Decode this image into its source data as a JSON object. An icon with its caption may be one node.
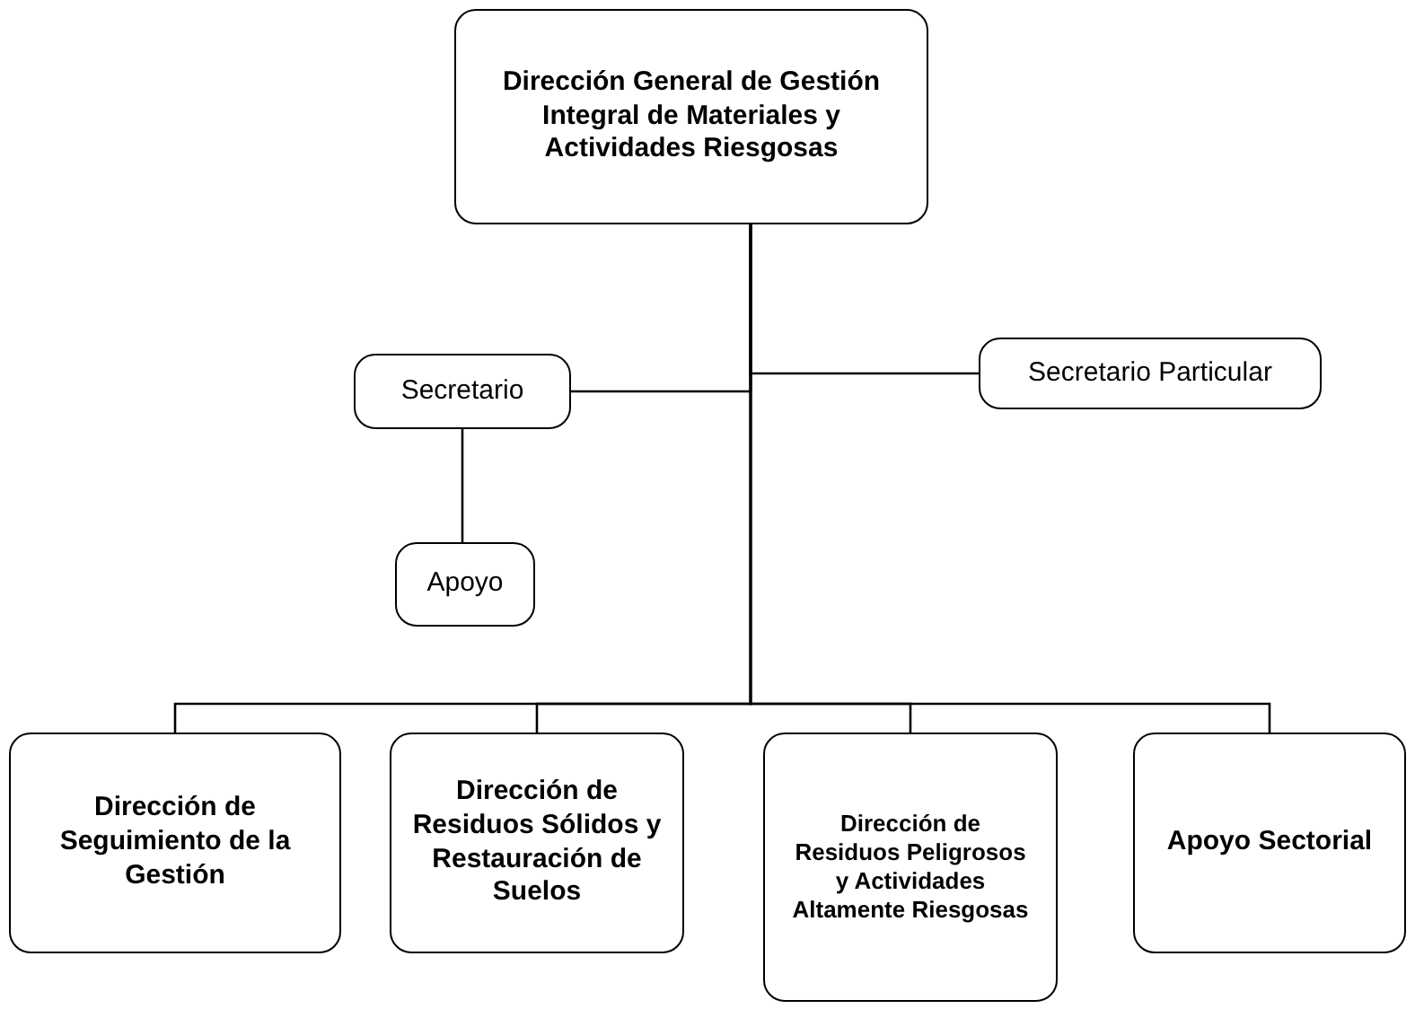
{
  "diagram": {
    "nodes": [
      {
        "text": [
          "Dirección General de Gestión Integral de Materiales y Actividades Riesgosas"
        ]
      },
      {
        "text": [
          "Secretario Particular"
        ]
      },
      {
        "text": [
          "Secretario"
        ]
      },
      {
        "text": [
          "Apoyo"
        ]
      },
      {
        "text": [
          "Dirección de Seguimiento de la Gestión"
        ]
      },
      {
        "text": [
          "Dirección de Residuos Sólidos y Restauración de Suelos"
        ]
      },
      {
        "text": [
          "Dirección de Residuos Peligrosos y Actividades Altamente Riesgosas"
        ]
      },
      {
        "text": [
          "Apoyo Sectorial"
        ]
      }
    ],
    "edges": [
      {
        "from": 0,
        "to": 1,
        "arrow": "none"
      },
      {
        "from": 0,
        "to": 2,
        "arrow": "none"
      },
      {
        "from": 2,
        "to": 3,
        "arrow": "none"
      },
      {
        "from": 0,
        "to": 4,
        "arrow": "none"
      },
      {
        "from": 0,
        "to": 5,
        "arrow": "none"
      },
      {
        "from": 0,
        "to": 6,
        "arrow": "none"
      },
      {
        "from": 0,
        "to": 7,
        "arrow": "none"
      }
    ]
  }
}
